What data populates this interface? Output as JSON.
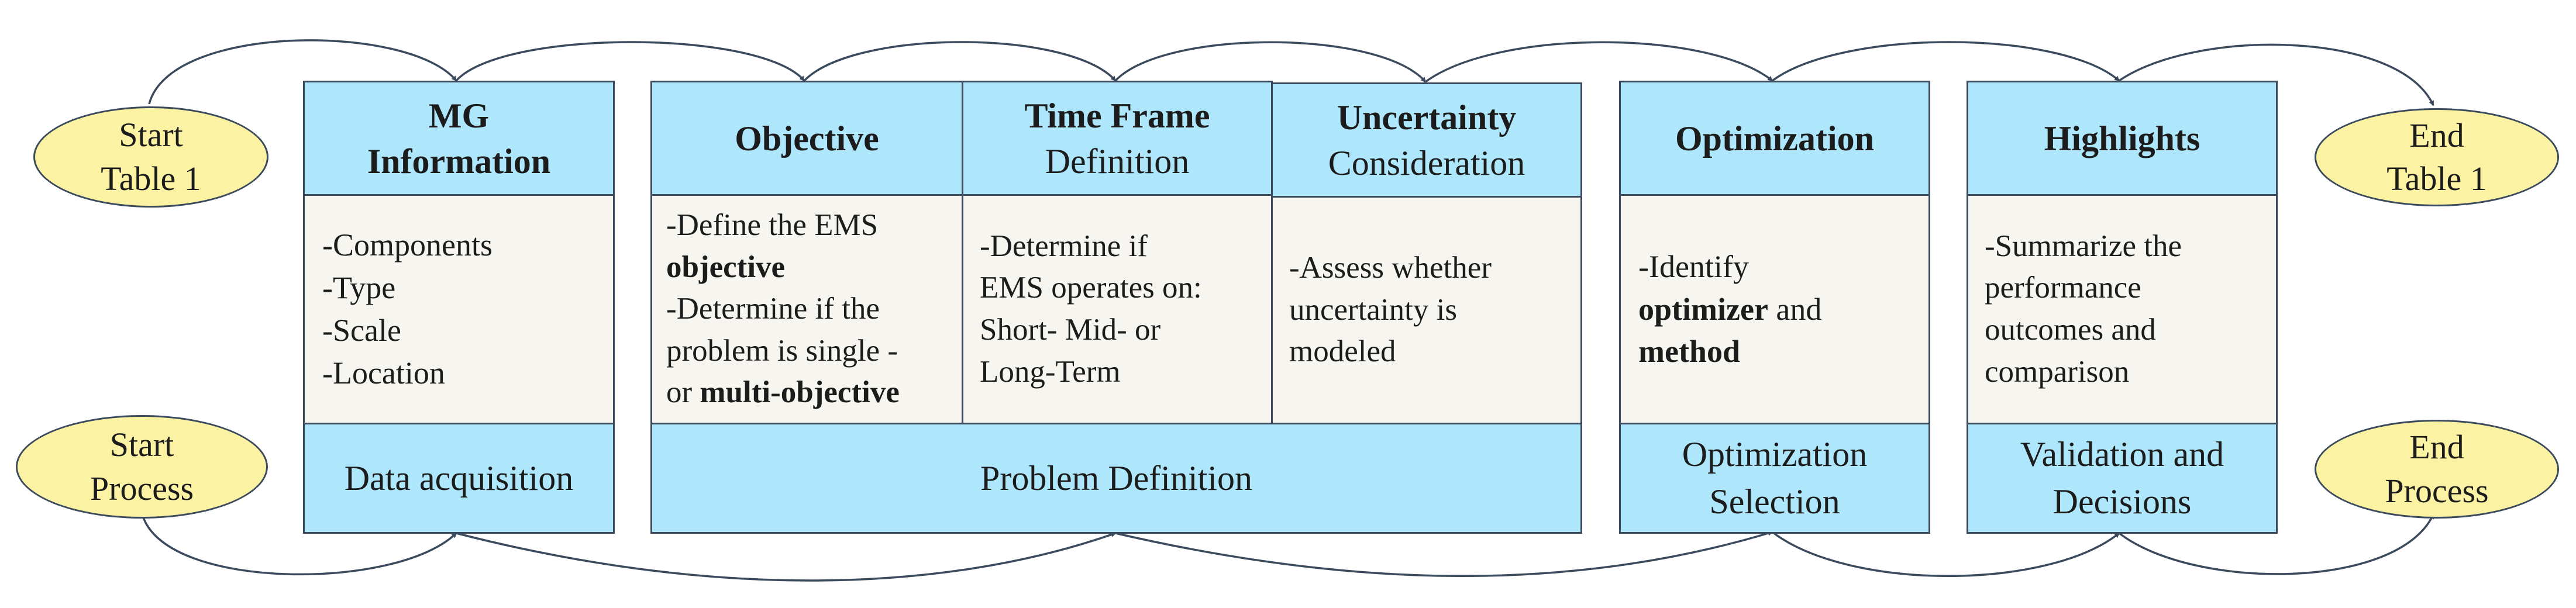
{
  "ellipses": {
    "start_table": [
      "Start",
      "Table 1"
    ],
    "end_table": [
      "End",
      "Table 1"
    ],
    "start_process": [
      "Start",
      "Process"
    ],
    "end_process": [
      "End",
      "Process"
    ]
  },
  "columns": {
    "mg": {
      "header": [
        "MG",
        "Information"
      ],
      "items": [
        "-Components",
        "-Type",
        "-Scale",
        "-Location"
      ]
    },
    "objective": {
      "header": [
        "Objective"
      ],
      "lines": [
        [
          "-Define the EMS",
          ""
        ],
        [
          "",
          "objective"
        ],
        [
          "-Determine if the",
          ""
        ],
        [
          "problem is single -",
          ""
        ],
        [
          "or ",
          "multi-objective"
        ]
      ]
    },
    "time_frame": {
      "header_bold": "Time Frame",
      "header_normal": "Definition",
      "items": [
        "-Determine if",
        "EMS operates on:",
        "Short- Mid- or",
        "Long-Term"
      ]
    },
    "uncertainty": {
      "header_bold": "Uncertainty",
      "header_normal": "Consideration",
      "items": [
        "-Assess whether",
        "uncertainty is",
        "modeled"
      ]
    },
    "optimization": {
      "header": [
        "Optimization"
      ],
      "lines": [
        [
          "-Identify",
          ""
        ],
        [
          "",
          "optimizer",
          " and"
        ],
        [
          "",
          "method"
        ]
      ]
    },
    "highlights": {
      "header": [
        "Highlights"
      ],
      "items": [
        "-Summarize the",
        "performance",
        "outcomes and",
        "comparison"
      ]
    }
  },
  "stages": {
    "data_acquisition": [
      "Data acquisition"
    ],
    "problem_definition": [
      "Problem Definition"
    ],
    "optimization_selection": [
      "Optimization",
      "Selection"
    ],
    "validation_decisions": [
      "Validation and",
      "Decisions"
    ]
  }
}
